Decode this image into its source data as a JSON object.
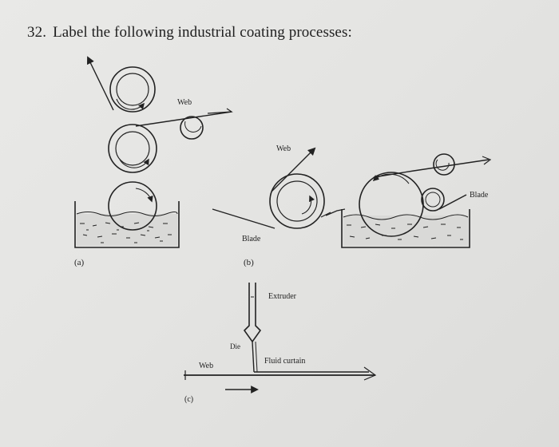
{
  "question": {
    "number": "32.",
    "text": "Label the following industrial coating processes:"
  },
  "diagram_a": {
    "caption": "(a)",
    "web_label": "Web"
  },
  "diagram_b": {
    "caption": "(b)",
    "web_label": "Web",
    "blade_label": "Blade",
    "right_blade_label": "Blade"
  },
  "diagram_c": {
    "caption": "(c)",
    "extruder_label": "Extruder",
    "die_label": "Die",
    "curtain_label": "Fluid curtain",
    "web_label": "Web"
  }
}
